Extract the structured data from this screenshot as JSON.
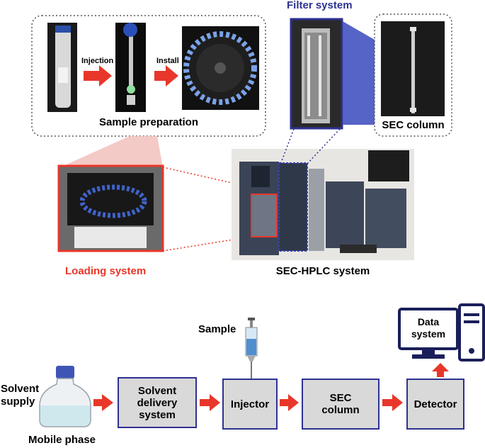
{
  "top": {
    "sample_prep": {
      "title": "Sample preparation",
      "step1": "Injection",
      "step2": "Install"
    },
    "filter_title": "Filter system",
    "sec_column_title": "SEC column",
    "loading_title": "Loading system",
    "hplc_title": "SEC-HPLC system"
  },
  "flow": {
    "solvent_supply": "Solvent supply",
    "mobile_phase": "Mobile phase",
    "sample": "Sample",
    "delivery": "Solvent delivery system",
    "injector": "Injector",
    "column": "SEC column",
    "detector": "Detector",
    "data_system": "Data system"
  },
  "colors": {
    "accent_red": "#e8372a",
    "accent_blue": "#2e3192",
    "box_fill": "#d9d9d9"
  }
}
